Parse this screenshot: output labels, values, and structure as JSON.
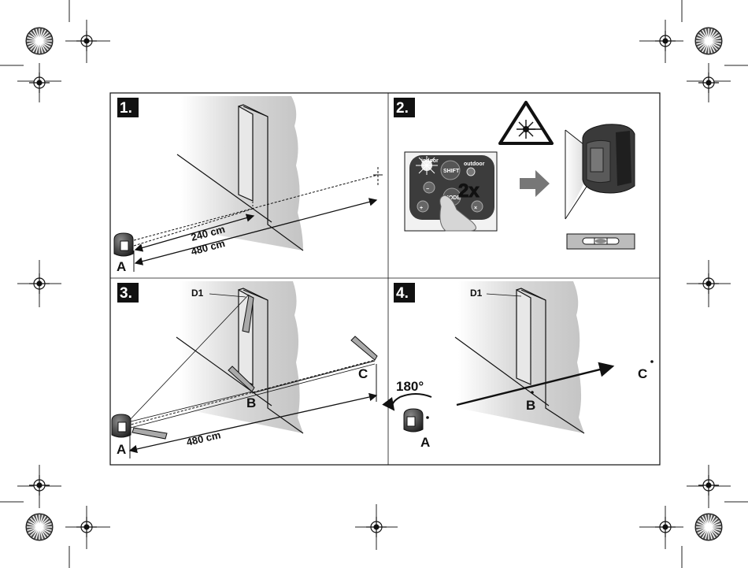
{
  "steps": [
    {
      "number": "1.",
      "labels": {
        "point_a": "A",
        "dist_short": "240 cm",
        "dist_long": "480 cm"
      }
    },
    {
      "number": "2.",
      "keypad": {
        "indoor": "indoor",
        "outdoor": "outdoor",
        "shift": "SHIFT",
        "mode": "MODE",
        "minus": "−",
        "plus": "+",
        "close": "×"
      },
      "press_count": "2x"
    },
    {
      "number": "3.",
      "labels": {
        "d1": "D1",
        "point_a": "A",
        "point_b": "B",
        "point_c": "C",
        "dist": "480 cm"
      }
    },
    {
      "number": "4.",
      "labels": {
        "d1": "D1",
        "rotation": "180°",
        "point_a": "A",
        "point_b": "B",
        "point_c": "C"
      }
    }
  ],
  "icons": [
    "crosshair-icon",
    "color-wheel-icon",
    "laser-warning-icon",
    "arrow-right-icon",
    "rotate-arrow-icon",
    "bubble-level-icon"
  ]
}
